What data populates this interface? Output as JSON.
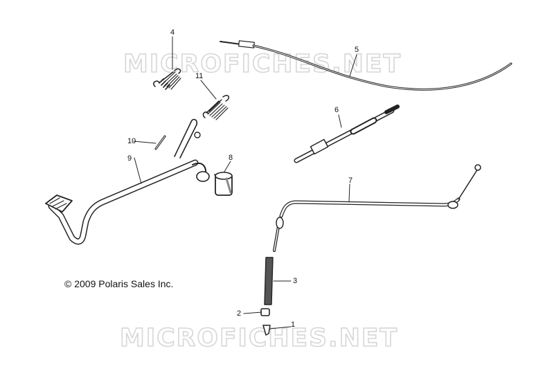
{
  "watermark": "MICROFICHES.NET",
  "copyright": "© 2009 Polaris Sales Inc.",
  "callouts": [
    "1",
    "2",
    "3",
    "4",
    "5",
    "6",
    "7",
    "8",
    "9",
    "10",
    "11"
  ]
}
